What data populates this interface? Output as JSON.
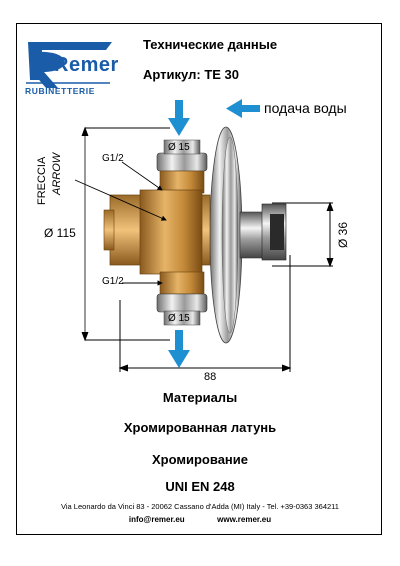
{
  "brand": {
    "name": "Remer",
    "subtitle": "RUBINETTERIE",
    "color": "#1a5ca8"
  },
  "header": {
    "title": "Технические данные",
    "article_label": "Артикул",
    "article_separator": ":",
    "article_code": "TE 30"
  },
  "drawing": {
    "water_supply": "подача воды",
    "arrow_label_1": "FRECCIA",
    "arrow_label_2": "ARROW",
    "thread_top": "G1/2",
    "thread_bottom": "G1/2",
    "diameter_top": "Ø 15",
    "diameter_bottom": "Ø 15",
    "height_dim": "Ø 115",
    "button_dim": "Ø 36",
    "depth_dim": "88",
    "arrow_color": "#1e90d2"
  },
  "specs": {
    "materials_heading": "Материалы",
    "material": "Хромированная латунь",
    "finish": "Хромирование",
    "standard": "UNI EN 248"
  },
  "footer": {
    "address": "Via Leonardo da Vinci 83 - 20062 Cassano d'Adda (MI) Italy - Tel. +39-0363 364211",
    "email": "info@remer.eu",
    "website": "www.remer.eu"
  }
}
